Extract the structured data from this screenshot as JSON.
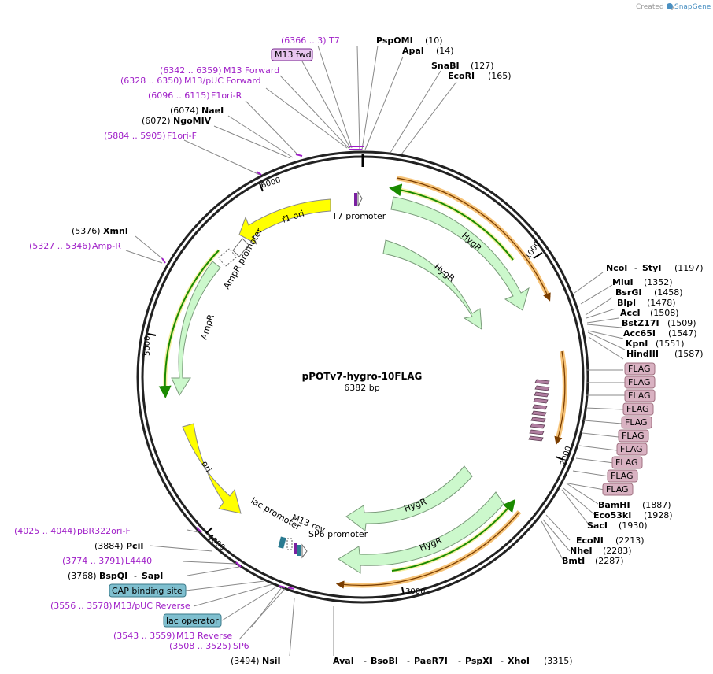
{
  "credit": {
    "created_by": "Created by",
    "brand": "SnapGene"
  },
  "plasmid": {
    "name": "pPOTv7-hygro-10FLAG",
    "size": "6382 bp"
  },
  "ticks": [
    "1000",
    "2000",
    "3000",
    "4000",
    "5000",
    "6000"
  ],
  "top_sites": [
    {
      "name": "PspOMI",
      "pos": "(10)"
    },
    {
      "name": "ApaI",
      "pos": "(14)"
    },
    {
      "name": "SnaBI",
      "pos": "(127)"
    },
    {
      "name": "EcoRI",
      "pos": "(165)"
    }
  ],
  "left_labels": [
    {
      "range": "(6366 .. 3)",
      "name": "T7"
    },
    {
      "box": "M13 fwd"
    },
    {
      "range": "(6342 .. 6359)",
      "name": "M13 Forward"
    },
    {
      "range": "(6328 .. 6350)",
      "name": "M13/pUC Forward"
    },
    {
      "range": "(6096 .. 6115)",
      "name": "F1ori-R"
    },
    {
      "pos": "(6074)",
      "site": "NaeI"
    },
    {
      "pos": "(6072)",
      "site": "NgoMIV"
    },
    {
      "range": "(5884 .. 5905)",
      "name": "F1ori-F"
    },
    {
      "pos": "(5376)",
      "site": "XmnI"
    },
    {
      "range": "(5327 .. 5346)",
      "name": "Amp-R"
    }
  ],
  "right_sites": [
    {
      "name": "NcoI",
      "extra": "StyI",
      "pos": "(1197)"
    },
    {
      "name": "MluI",
      "pos": "(1352)"
    },
    {
      "name": "BsrGI",
      "pos": "(1458)"
    },
    {
      "name": "BlpI",
      "pos": "(1478)"
    },
    {
      "name": "AccI",
      "pos": "(1508)"
    },
    {
      "name": "BstZ17I",
      "pos": "(1509)"
    },
    {
      "name": "Acc65I",
      "pos": "(1547)"
    },
    {
      "name": "KpnI",
      "pos": "(1551)"
    },
    {
      "name": "HindIII",
      "pos": "(1587)"
    }
  ],
  "flag_boxes": [
    "FLAG",
    "FLAG",
    "FLAG",
    "FLAG",
    "FLAG",
    "FLAG",
    "FLAG",
    "FLAG",
    "FLAG",
    "FLAG"
  ],
  "right_lower_sites": [
    {
      "name": "BamHI",
      "pos": "(1887)"
    },
    {
      "name": "Eco53kI",
      "pos": "(1928)"
    },
    {
      "name": "SacI",
      "pos": "(1930)"
    },
    {
      "name": "EcoNI",
      "pos": "(2213)"
    },
    {
      "name": "NheI",
      "pos": "(2283)"
    },
    {
      "name": "BmtI",
      "pos": "(2287)"
    }
  ],
  "bottom_left_labels": [
    {
      "range": "(4025 .. 4044)",
      "name": "pBR322ori-F"
    },
    {
      "pos": "(3884)",
      "site": "PciI"
    },
    {
      "range": "(3774 .. 3791)",
      "name": "L4440"
    },
    {
      "pos": "(3768)",
      "site": "BspQI",
      "extra": "SapI"
    },
    {
      "box": "CAP binding site"
    },
    {
      "range": "(3556 .. 3578)",
      "name": "M13/pUC Reverse"
    },
    {
      "box": "lac operator"
    },
    {
      "range": "(3543 .. 3559)",
      "name": "M13 Reverse"
    },
    {
      "range": "(3508 .. 3525)",
      "name": "SP6"
    }
  ],
  "bottom_sites": {
    "nsi": {
      "pos": "(3494)",
      "name": "NsiI"
    },
    "multi": [
      "AvaI",
      "BsoBI",
      "PaeR7I",
      "PspXI",
      "XhoI"
    ],
    "multi_pos": "(3315)"
  },
  "features": {
    "t7_promoter": "T7 promoter",
    "f1_ori": "f1 ori",
    "ampr_promoter": "AmpR promoter",
    "ampr": "AmpR",
    "ori": "ori",
    "hygr": "HygR",
    "lac_promoter": "lac promoter",
    "m13_rev": "M13 rev",
    "sp6_promoter": "SP6 promoter"
  },
  "colors": {
    "primer": "#a020c8",
    "resistance": "#ccf8cc",
    "origin": "#ffff00",
    "promoter": "#ffffff",
    "flag": "#d9b2c2",
    "protein_bind": "#7fbfcf",
    "orf": "#1a8a00",
    "highlight": "#f5b860"
  }
}
